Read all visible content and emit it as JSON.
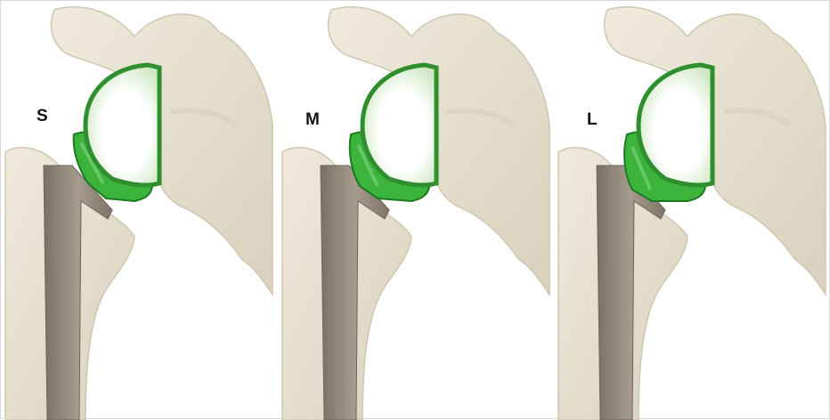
{
  "figure": {
    "panels": [
      {
        "label": "S"
      },
      {
        "label": "M"
      },
      {
        "label": "L"
      }
    ]
  }
}
